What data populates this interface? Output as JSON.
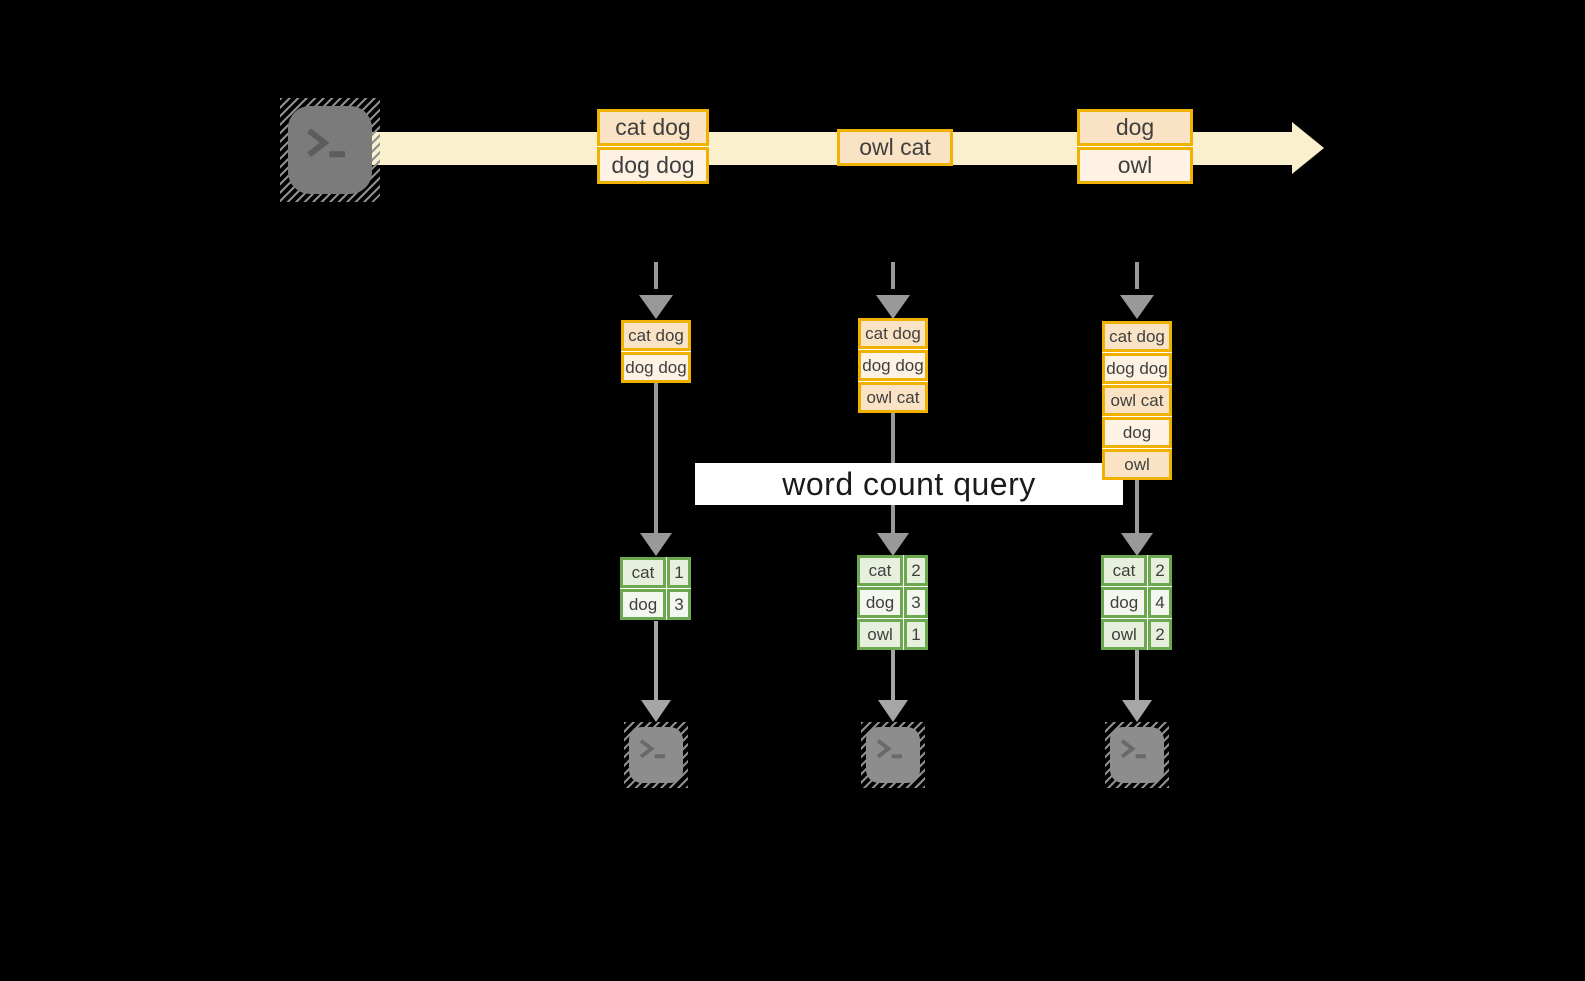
{
  "colors": {
    "background": "#000000",
    "amber_border": "#F0B101",
    "peach_dark": "#FAE3C5",
    "peach_light": "#FDF2E4",
    "stream_band": "#FBF0CD",
    "green_border": "#6BA84F",
    "green_dark": "#E7EFDD",
    "green_light": "#F3F7EF",
    "arrow_gray": "#999999",
    "arrow_gray_light": "#A6A6A6",
    "terminal_gray": "#7B7B7B",
    "terminal_gray_light": "#8D8D8D",
    "text_dark": "#3F3F3F",
    "query_text": "#1B1B1B"
  },
  "icons": {
    "source": "terminal-icon",
    "sink": "terminal-icon"
  },
  "stream": {
    "batches": [
      {
        "rows": [
          "cat dog",
          "dog dog"
        ]
      },
      {
        "rows": [
          "owl cat"
        ]
      },
      {
        "rows": [
          "dog",
          "owl"
        ]
      }
    ]
  },
  "query": {
    "label": "word count query"
  },
  "columns": [
    {
      "state": [
        "cat dog",
        "dog dog"
      ],
      "counts": [
        {
          "word": "cat",
          "count": "1"
        },
        {
          "word": "dog",
          "count": "3"
        }
      ]
    },
    {
      "state": [
        "cat dog",
        "dog dog",
        "owl cat"
      ],
      "counts": [
        {
          "word": "cat",
          "count": "2"
        },
        {
          "word": "dog",
          "count": "3"
        },
        {
          "word": "owl",
          "count": "1"
        }
      ]
    },
    {
      "state": [
        "cat dog",
        "dog dog",
        "owl cat",
        "dog",
        "owl"
      ],
      "counts": [
        {
          "word": "cat",
          "count": "2"
        },
        {
          "word": "dog",
          "count": "4"
        },
        {
          "word": "owl",
          "count": "2"
        }
      ]
    }
  ]
}
